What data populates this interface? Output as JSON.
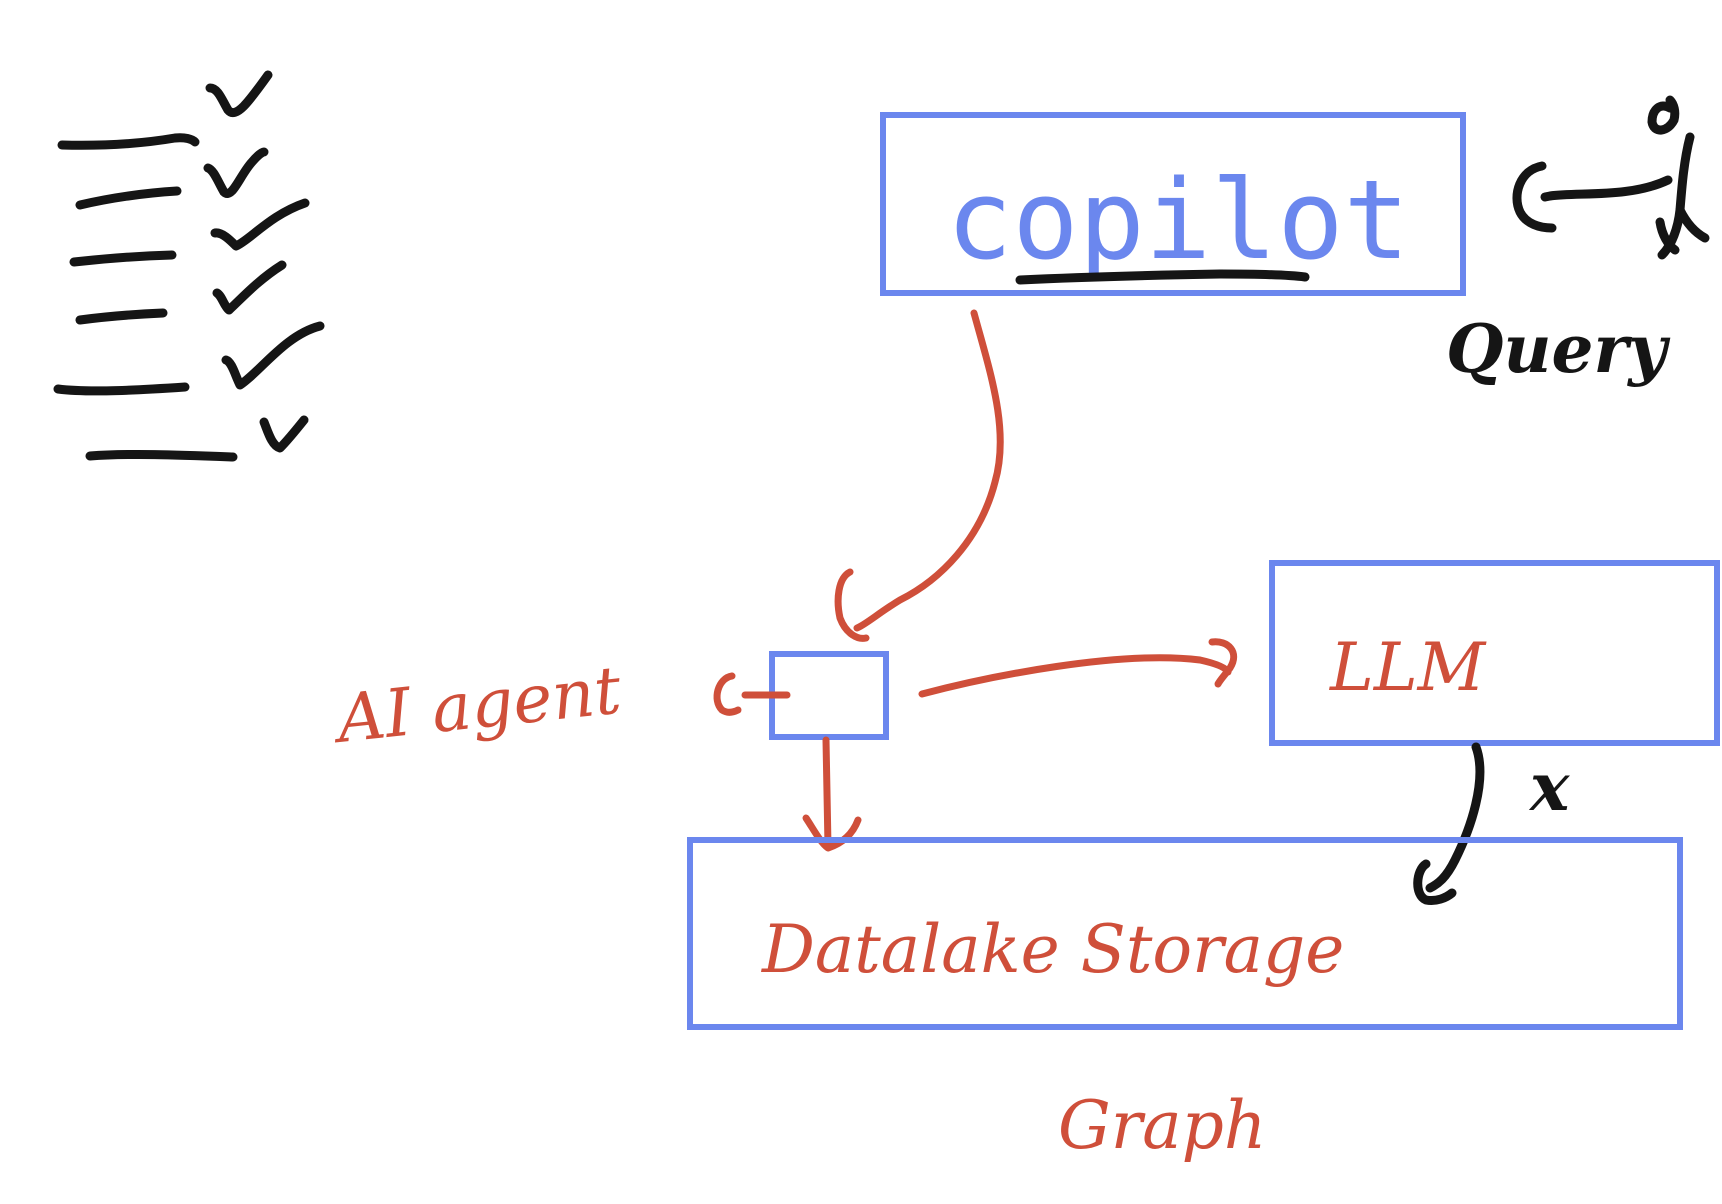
{
  "colors": {
    "box": "#6b87ee",
    "red_ink": "#cf4f3a",
    "black_ink": "#151515",
    "background": "#ffffff"
  },
  "nodes": {
    "copilot": {
      "label": "copilot"
    },
    "llm": {
      "label": "LLM"
    },
    "storage": {
      "label": "Datalake Storage"
    }
  },
  "annotations": {
    "query": "Query",
    "ai_agent": "AI agent",
    "graph": "Graph",
    "x_mark": "x"
  },
  "icons": [
    "person-icon",
    "checklist-icon",
    "checkmark-icon"
  ]
}
